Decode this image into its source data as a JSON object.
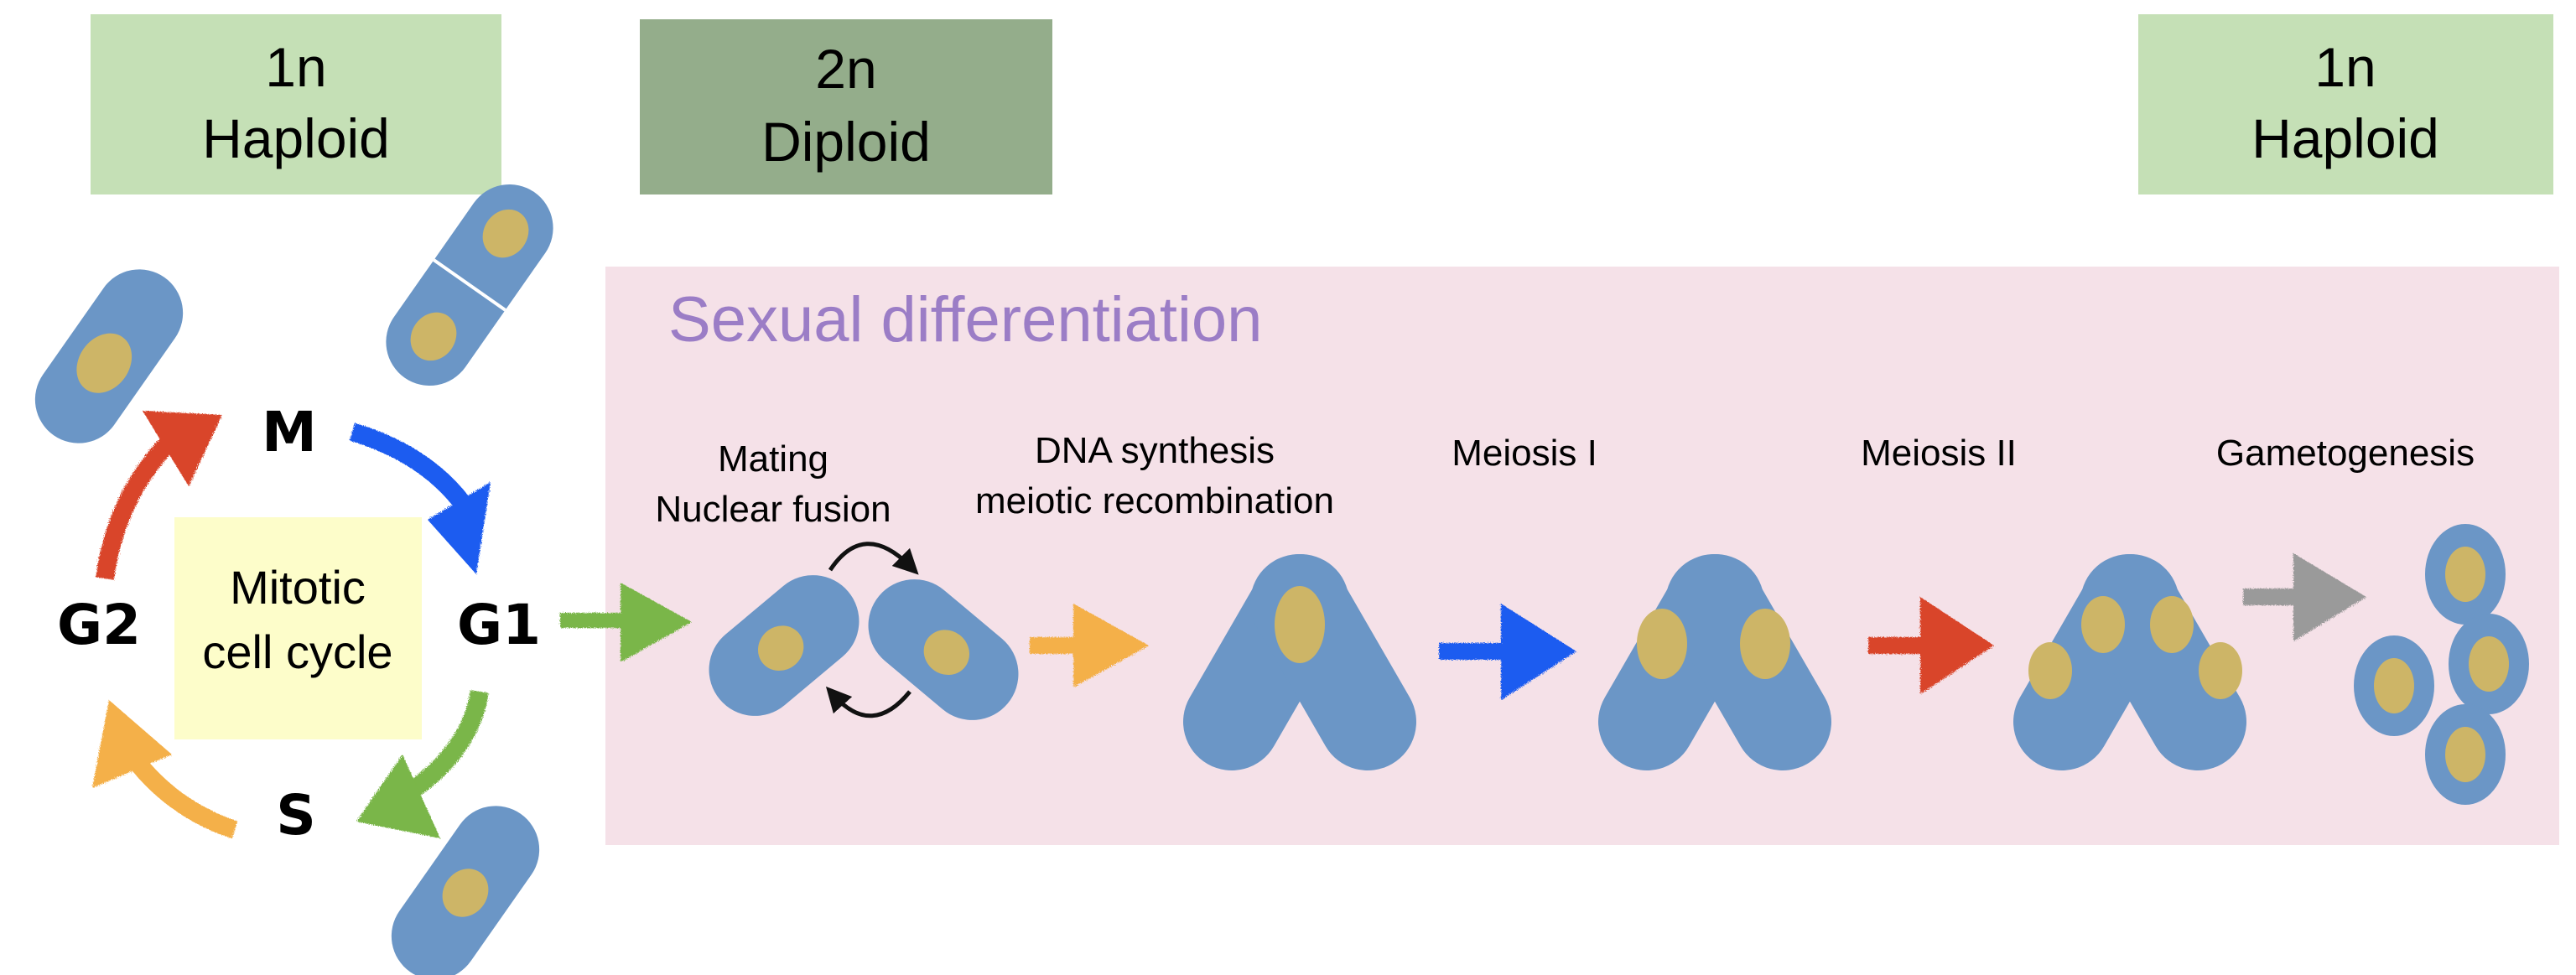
{
  "colors": {
    "haploid_box": "#c5e0b6",
    "diploid_box": "#94ad8b",
    "panel_bg": "#f5e1e8",
    "mitotic_box": "#fdfdca",
    "title_purple": "#9b7dc6",
    "cell_blue": "#6b96c6",
    "nucleus": "#cdb567",
    "arrow_red": "#d9452b",
    "arrow_blue": "#1f5cf0",
    "arrow_green": "#7ab648",
    "arrow_orange": "#f4b04a",
    "arrow_gray": "#9a9a9a"
  },
  "ploidy_labels": [
    {
      "count": "1n",
      "name": "Haploid"
    },
    {
      "count": "2n",
      "name": "Diploid"
    },
    {
      "count": "1n",
      "name": "Haploid"
    }
  ],
  "mitotic_cycle": {
    "center_label_line1": "Mitotic",
    "center_label_line2": "cell cycle",
    "phases": {
      "m": "M",
      "g1": "G1",
      "s": "S",
      "g2": "G2"
    }
  },
  "sexual_differentiation": {
    "title": "Sexual differentiation",
    "stages": [
      {
        "line1": "Mating",
        "line2": "Nuclear fusion"
      },
      {
        "line1": "DNA synthesis",
        "line2": "meiotic recombination"
      },
      {
        "line1": "Meiosis I",
        "line2": ""
      },
      {
        "line1": "Meiosis II",
        "line2": ""
      },
      {
        "line1": "Gametogenesis",
        "line2": ""
      }
    ]
  }
}
